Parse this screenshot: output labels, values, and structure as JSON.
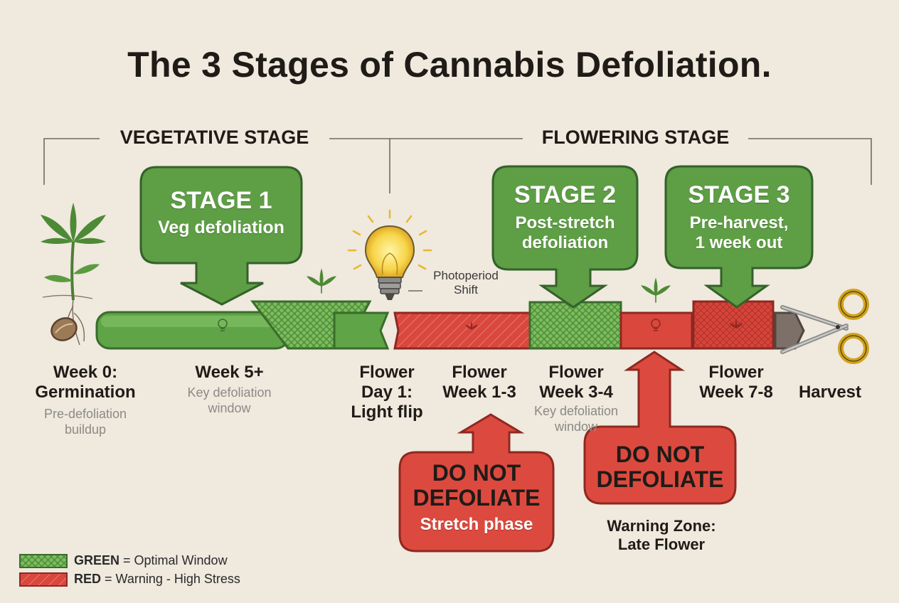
{
  "title": "The 3 Stages of Cannabis Defoliation.",
  "stages": {
    "vegetative": "VEGETATIVE STAGE",
    "flowering": "FLOWERING STAGE"
  },
  "bubbles": {
    "stage1": {
      "title": "STAGE 1",
      "desc": "Veg defoliation"
    },
    "stage2": {
      "title": "STAGE 2",
      "line1": "Post-stretch",
      "line2": "defoliation"
    },
    "stage3": {
      "title": "STAGE 3",
      "line1": "Pre-harvest,",
      "line2": "1 week out"
    },
    "warn1": {
      "line1": "DO NOT",
      "line2": "DEFOLIATE",
      "sub": "Stretch phase"
    },
    "warn2": {
      "line1": "DO NOT",
      "line2": "DEFOLIATE"
    }
  },
  "photoperiod": {
    "line1": "Photoperiod",
    "line2": "Shift"
  },
  "milestones": {
    "week0": {
      "line1": "Week 0:",
      "line2": "Germination",
      "sub1": "Pre-defoliation",
      "sub2": "buildup"
    },
    "week5": {
      "line1": "Week 5+",
      "sub1": "Key defoliation",
      "sub2": "window"
    },
    "flower_day1": {
      "line1": "Flower",
      "line2": "Day 1:",
      "line3": "Light flip"
    },
    "flower_w13": {
      "line1": "Flower",
      "line2": "Week 1-3"
    },
    "flower_w34": {
      "line1": "Flower",
      "line2": "Week 3-4",
      "sub1": "Key defoliation",
      "sub2": "window"
    },
    "flower_w78": {
      "line1": "Flower",
      "line2": "Week 7-8"
    },
    "harvest": {
      "line1": "Harvest"
    }
  },
  "warning_zone": {
    "line1": "Warning Zone:",
    "line2": "Late Flower"
  },
  "legend": {
    "green_key": "GREEN",
    "green_desc": " = Optimal Window",
    "red_key": "RED",
    "red_desc": " = Warning - High Stress"
  },
  "colors": {
    "green": "#5e9e45",
    "green_dark": "#3c6e2d",
    "red": "#d9473d",
    "red_dark": "#9b2a22",
    "background": "#efe9de"
  }
}
